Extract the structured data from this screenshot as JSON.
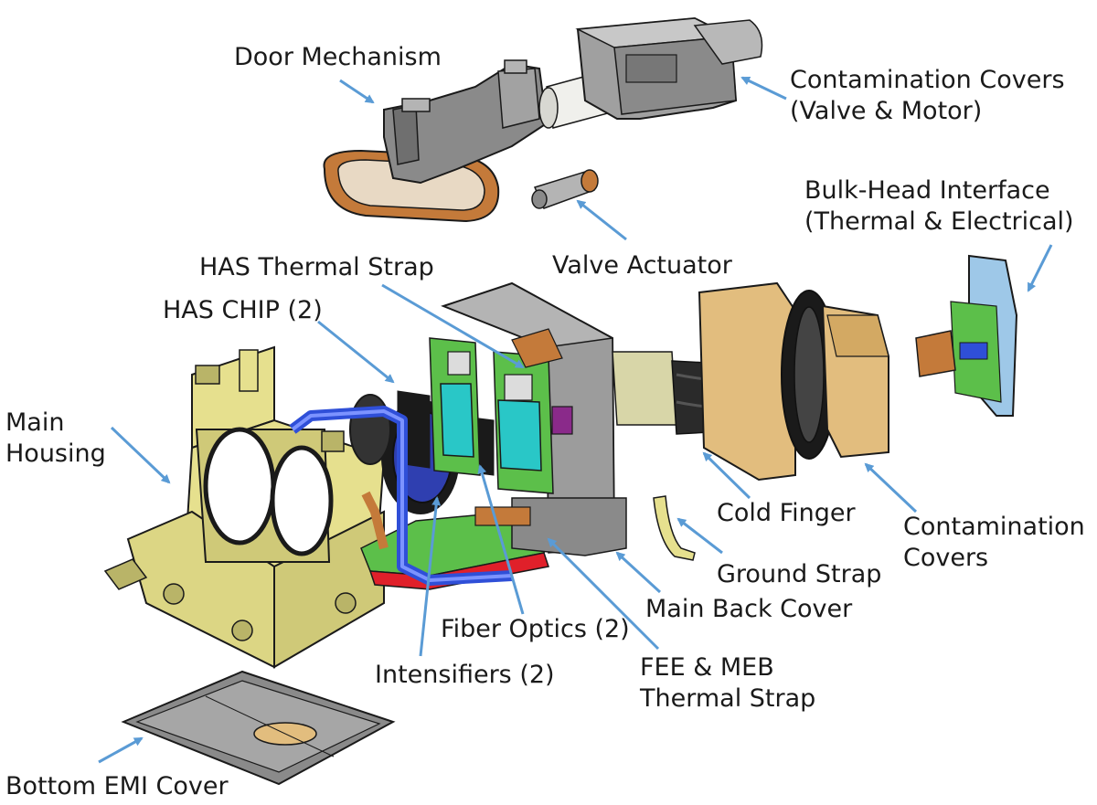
{
  "colors": {
    "arrow": "#5a9bd5",
    "housing": "#e6e08e",
    "housing_dark": "#b9b468",
    "metal": "#8a8a8a",
    "metal_light": "#b4b4b4",
    "copper": "#c47a3a",
    "bronze": "#e2bd7e",
    "tube": "#2f4fd8",
    "pcb": "#5cbf4a",
    "cyan": "#29c7c7",
    "red": "#e0202a",
    "blue_panel": "#9ec8e8",
    "black": "#1a1a1a"
  },
  "labels": {
    "door_mechanism": "Door Mechanism",
    "contamination_covers_top": [
      "Contamination Covers",
      "(Valve & Motor)"
    ],
    "bulk_head": [
      "Bulk-Head Interface",
      "(Thermal & Electrical)"
    ],
    "valve_actuator": "Valve Actuator",
    "has_thermal_strap": "HAS Thermal Strap",
    "has_chip": "HAS CHIP (2)",
    "main_housing": [
      "Main",
      "Housing"
    ],
    "cold_finger": "Cold Finger",
    "contamination_covers_right": [
      "Contamination",
      "Covers"
    ],
    "ground_strap": "Ground Strap",
    "main_back_cover": "Main Back Cover",
    "fiber_optics": "Fiber Optics (2)",
    "fee_meb": [
      "FEE & MEB",
      "Thermal Strap"
    ],
    "intensifiers": "Intensifiers (2)",
    "bottom_emi": "Bottom EMI Cover"
  }
}
